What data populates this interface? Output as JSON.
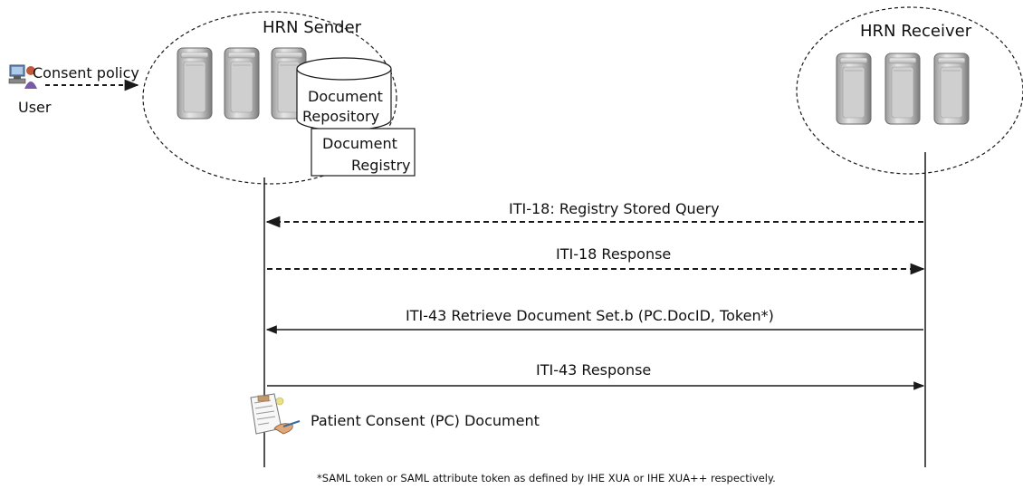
{
  "user": {
    "label": "User",
    "icon": "user-computer-icon",
    "consent_label": "Consent policy"
  },
  "sender": {
    "title": "HRN Sender",
    "repository": {
      "line1": "Document",
      "line2": "Repository"
    },
    "registry": {
      "line1": "Document",
      "line2": "Registry"
    }
  },
  "receiver": {
    "title": "HRN Receiver"
  },
  "messages": [
    {
      "label": "ITI-18: Registry Stored Query",
      "direction": "to-sender",
      "style": "dashed"
    },
    {
      "label": "ITI-18 Response",
      "direction": "to-receiver",
      "style": "dashed"
    },
    {
      "label": "ITI-43 Retrieve Document Set.b (PC.DocID, Token*)",
      "direction": "to-sender",
      "style": "solid"
    },
    {
      "label": "ITI-43 Response",
      "direction": "to-receiver",
      "style": "solid"
    }
  ],
  "document": {
    "label": "Patient Consent (PC) Document",
    "icon": "certificate-document-icon"
  },
  "footnote": "*SAML token or SAML attribute token as defined by IHE XUA or IHE XUA++ respectively.",
  "colors": {
    "server_light": "#d9d9d9",
    "server_dark": "#7a7a7a",
    "line": "#1a1a1a"
  }
}
